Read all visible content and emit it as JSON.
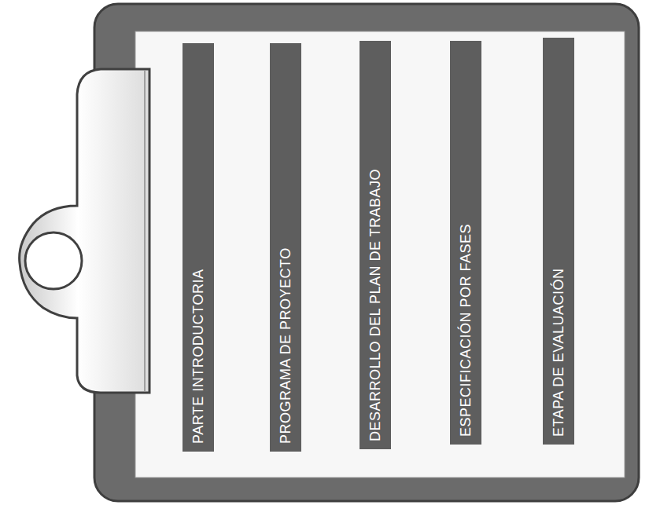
{
  "diagram": {
    "nodes": [
      {
        "text": [
          "PARTE INTRODUCTORIA"
        ]
      },
      {
        "text": [
          "PROGRAMA DE PROYECTO"
        ]
      },
      {
        "text": [
          "DESARROLLO DEL PLAN DE TRABAJO"
        ]
      },
      {
        "text": [
          "ESPECIFICACIÓN POR FASES"
        ]
      },
      {
        "text": [
          "ETAPA DE EVALUACIÓN"
        ]
      }
    ]
  }
}
